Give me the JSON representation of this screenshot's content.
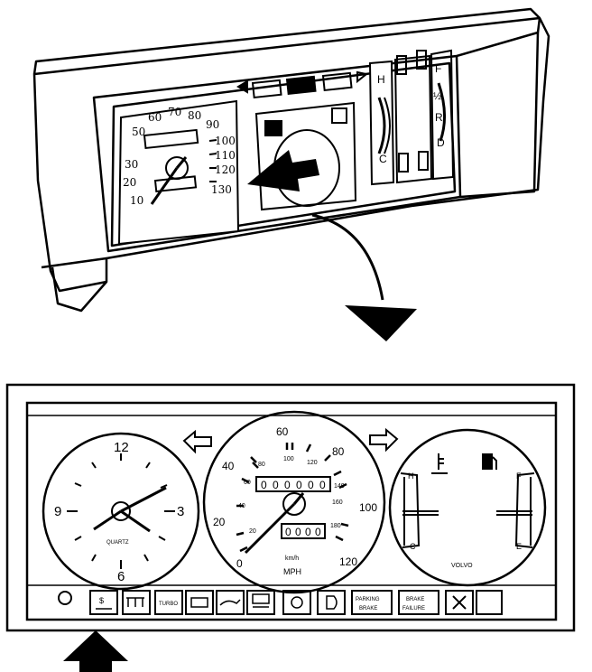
{
  "colors": {
    "ink": "#000000",
    "paper": "#ffffff"
  },
  "top_cluster": {
    "speed_scale": [
      "10",
      "20",
      "30",
      "50",
      "60",
      "70",
      "80",
      "90",
      "100",
      "110",
      "120",
      "130"
    ],
    "temp_gauge": {
      "hot": "H",
      "cold": "C"
    },
    "fuel_gauge": {
      "full": "F",
      "half": "½",
      "reserve": "R",
      "empty": "D"
    }
  },
  "bottom_cluster": {
    "clock": {
      "numerals": [
        "12",
        "3",
        "6",
        "9"
      ],
      "label": "QUARTZ"
    },
    "speedometer": {
      "mph_scale": [
        "0",
        "20",
        "40",
        "60",
        "80",
        "100",
        "120"
      ],
      "kmh_scale": [
        "20",
        "40",
        "60",
        "80",
        "100",
        "120",
        "140",
        "160",
        "180"
      ],
      "unit_kmh": "km/h",
      "unit_mph": "MPH",
      "odometer_digits": [
        "0",
        "0",
        "0",
        "0",
        "0",
        "0"
      ],
      "trip_digits": [
        "0",
        "0",
        "0",
        "0"
      ]
    },
    "combi_gauge": {
      "hot": "H",
      "cold": "C",
      "full": "F",
      "empty": "E",
      "brand": "VOLVO"
    },
    "warning_lights": [
      {
        "name": "seat-belt-lamp",
        "text": ""
      },
      {
        "name": "glow-plug-lamp",
        "text": ""
      },
      {
        "name": "turbo-lamp",
        "text": "TURBO"
      },
      {
        "name": "charging-lamp",
        "text": ""
      },
      {
        "name": "oil-pressure-lamp",
        "text": ""
      },
      {
        "name": "bulb-failure-lamp",
        "text": ""
      },
      {
        "name": "lamp-check",
        "text": ""
      },
      {
        "name": "headlight-lamp",
        "text": ""
      },
      {
        "name": "parking-brake-lamp",
        "text": "PARKING BRAKE"
      },
      {
        "name": "brake-failure-lamp",
        "text": "BRAKE FAILURE"
      },
      {
        "name": "rear-fog-lamp",
        "text": ""
      },
      {
        "name": "blank-lamp",
        "text": ""
      }
    ]
  }
}
